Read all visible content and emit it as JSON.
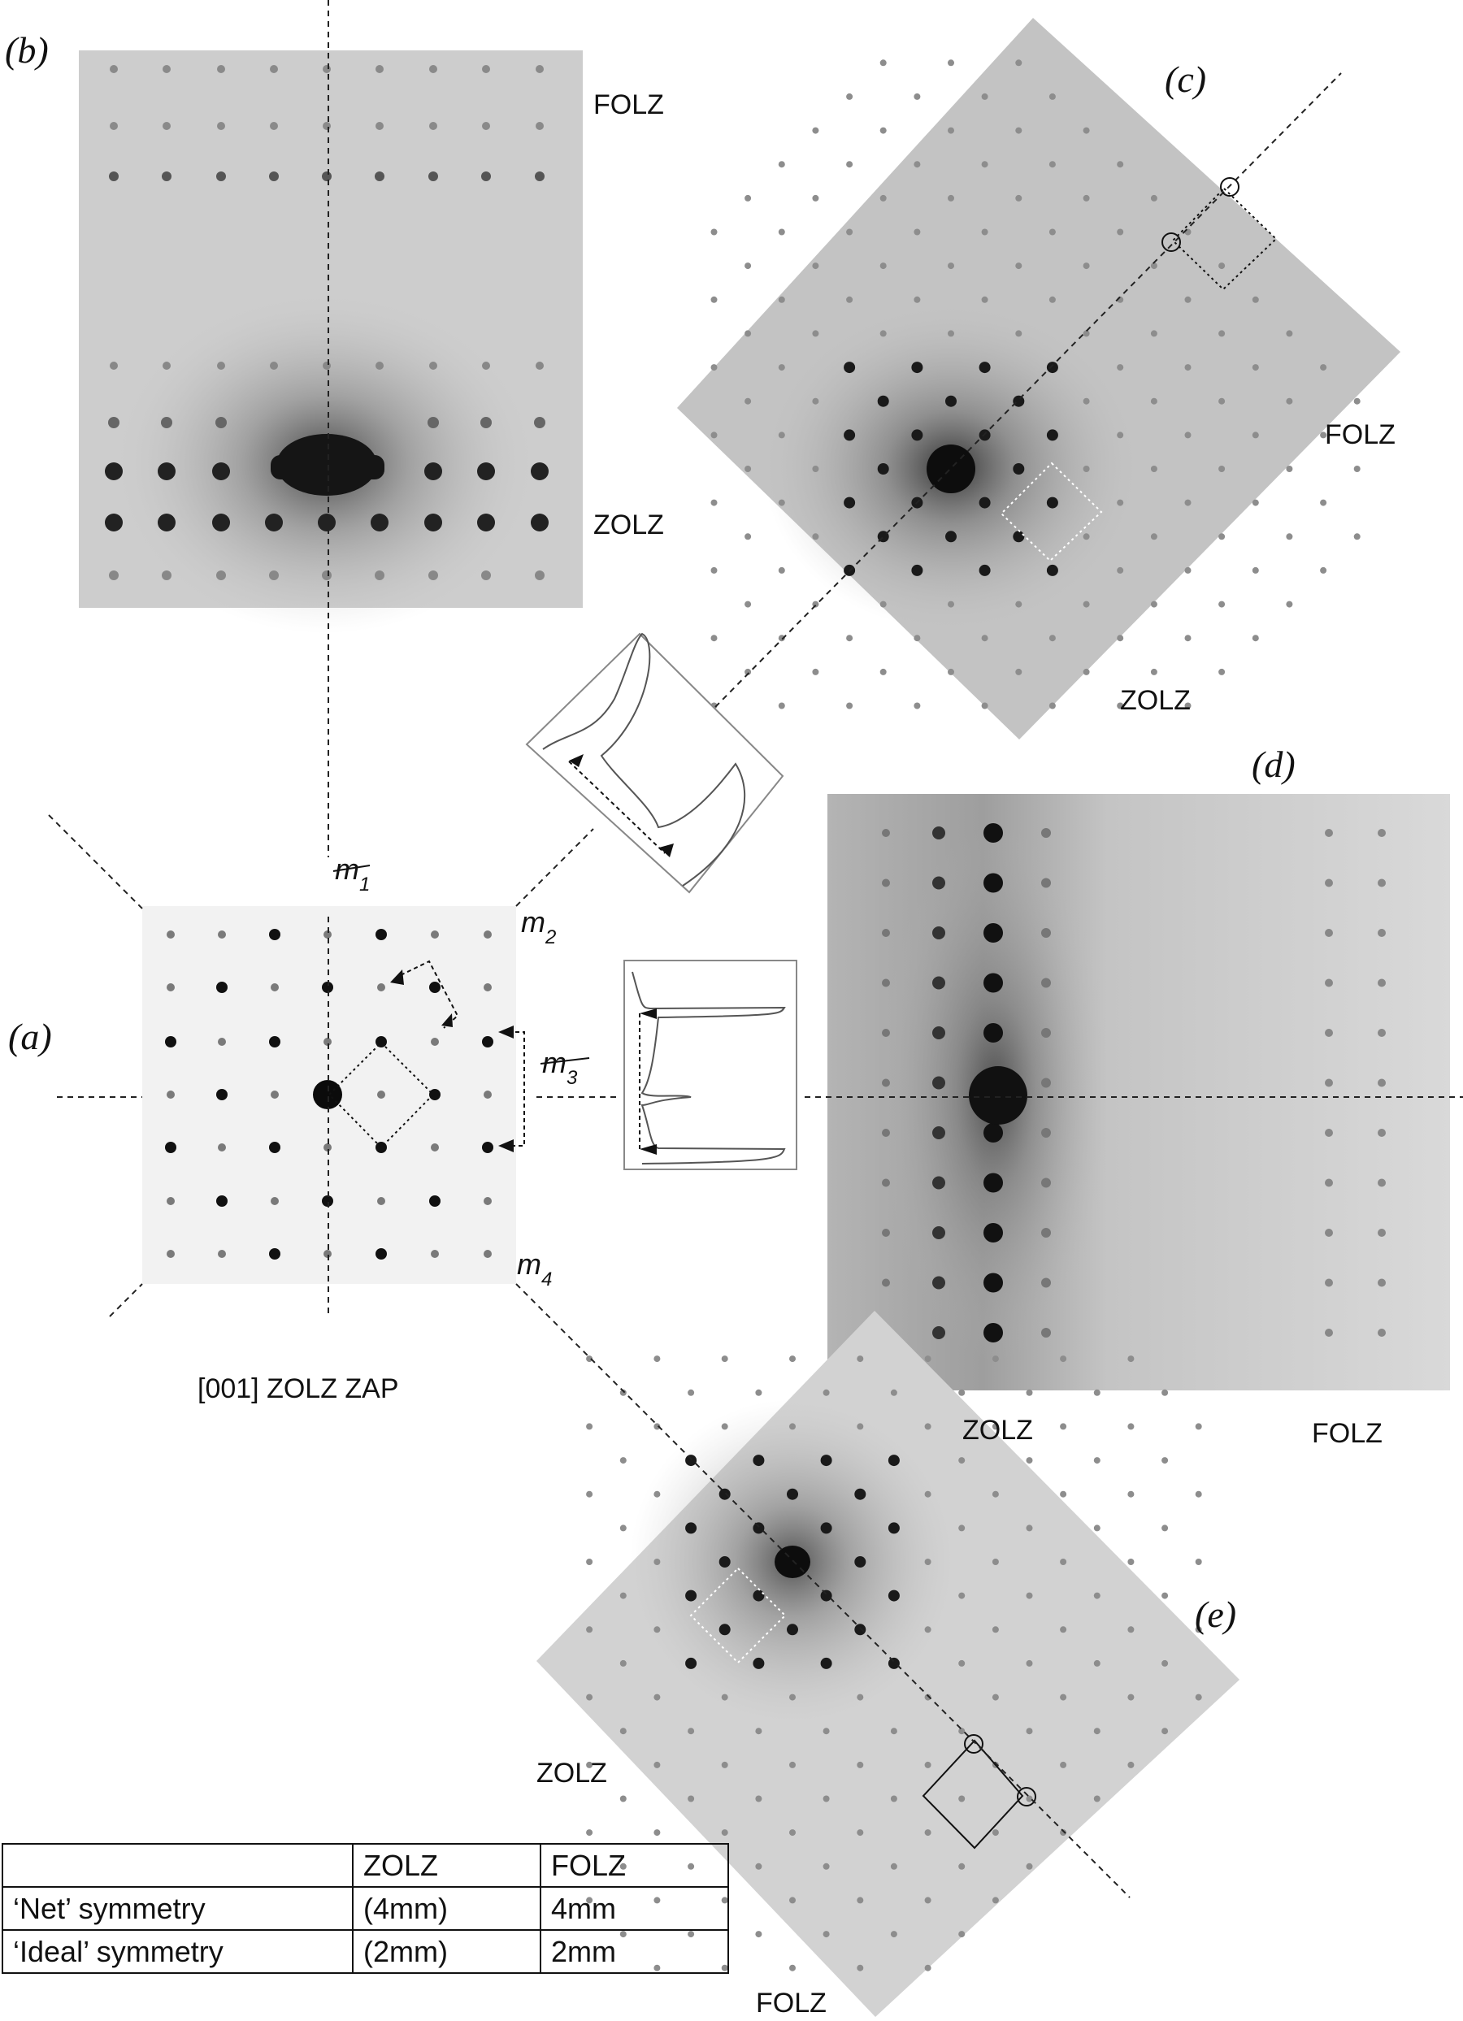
{
  "panels": {
    "a": {
      "label": "(a)",
      "caption": "[001] ZOLZ ZAP"
    },
    "b": {
      "label": "(b)",
      "folz": "FOLZ",
      "zolz": "ZOLZ"
    },
    "c": {
      "label": "(c)",
      "folz": "FOLZ",
      "zolz": "ZOLZ"
    },
    "d": {
      "label": "(d)",
      "folz": "FOLZ",
      "zolz": "ZOLZ"
    },
    "e": {
      "label": "(e)",
      "folz": "FOLZ",
      "zolz": "ZOLZ"
    }
  },
  "mirrors": {
    "m1": "m1",
    "m2": "m2",
    "m3": "m3",
    "m4": "m4"
  },
  "table": {
    "headers": [
      "",
      "ZOLZ",
      "FOLZ"
    ],
    "rows": [
      [
        "‘Net’ symmetry",
        "(4mm)",
        "4mm"
      ],
      [
        "‘Ideal’ symmetry",
        "(2mm)",
        "2mm"
      ]
    ]
  },
  "colors": {
    "pattern_dark": "#111111",
    "pattern_bg": "#cfcfcf",
    "line": "#222222"
  }
}
